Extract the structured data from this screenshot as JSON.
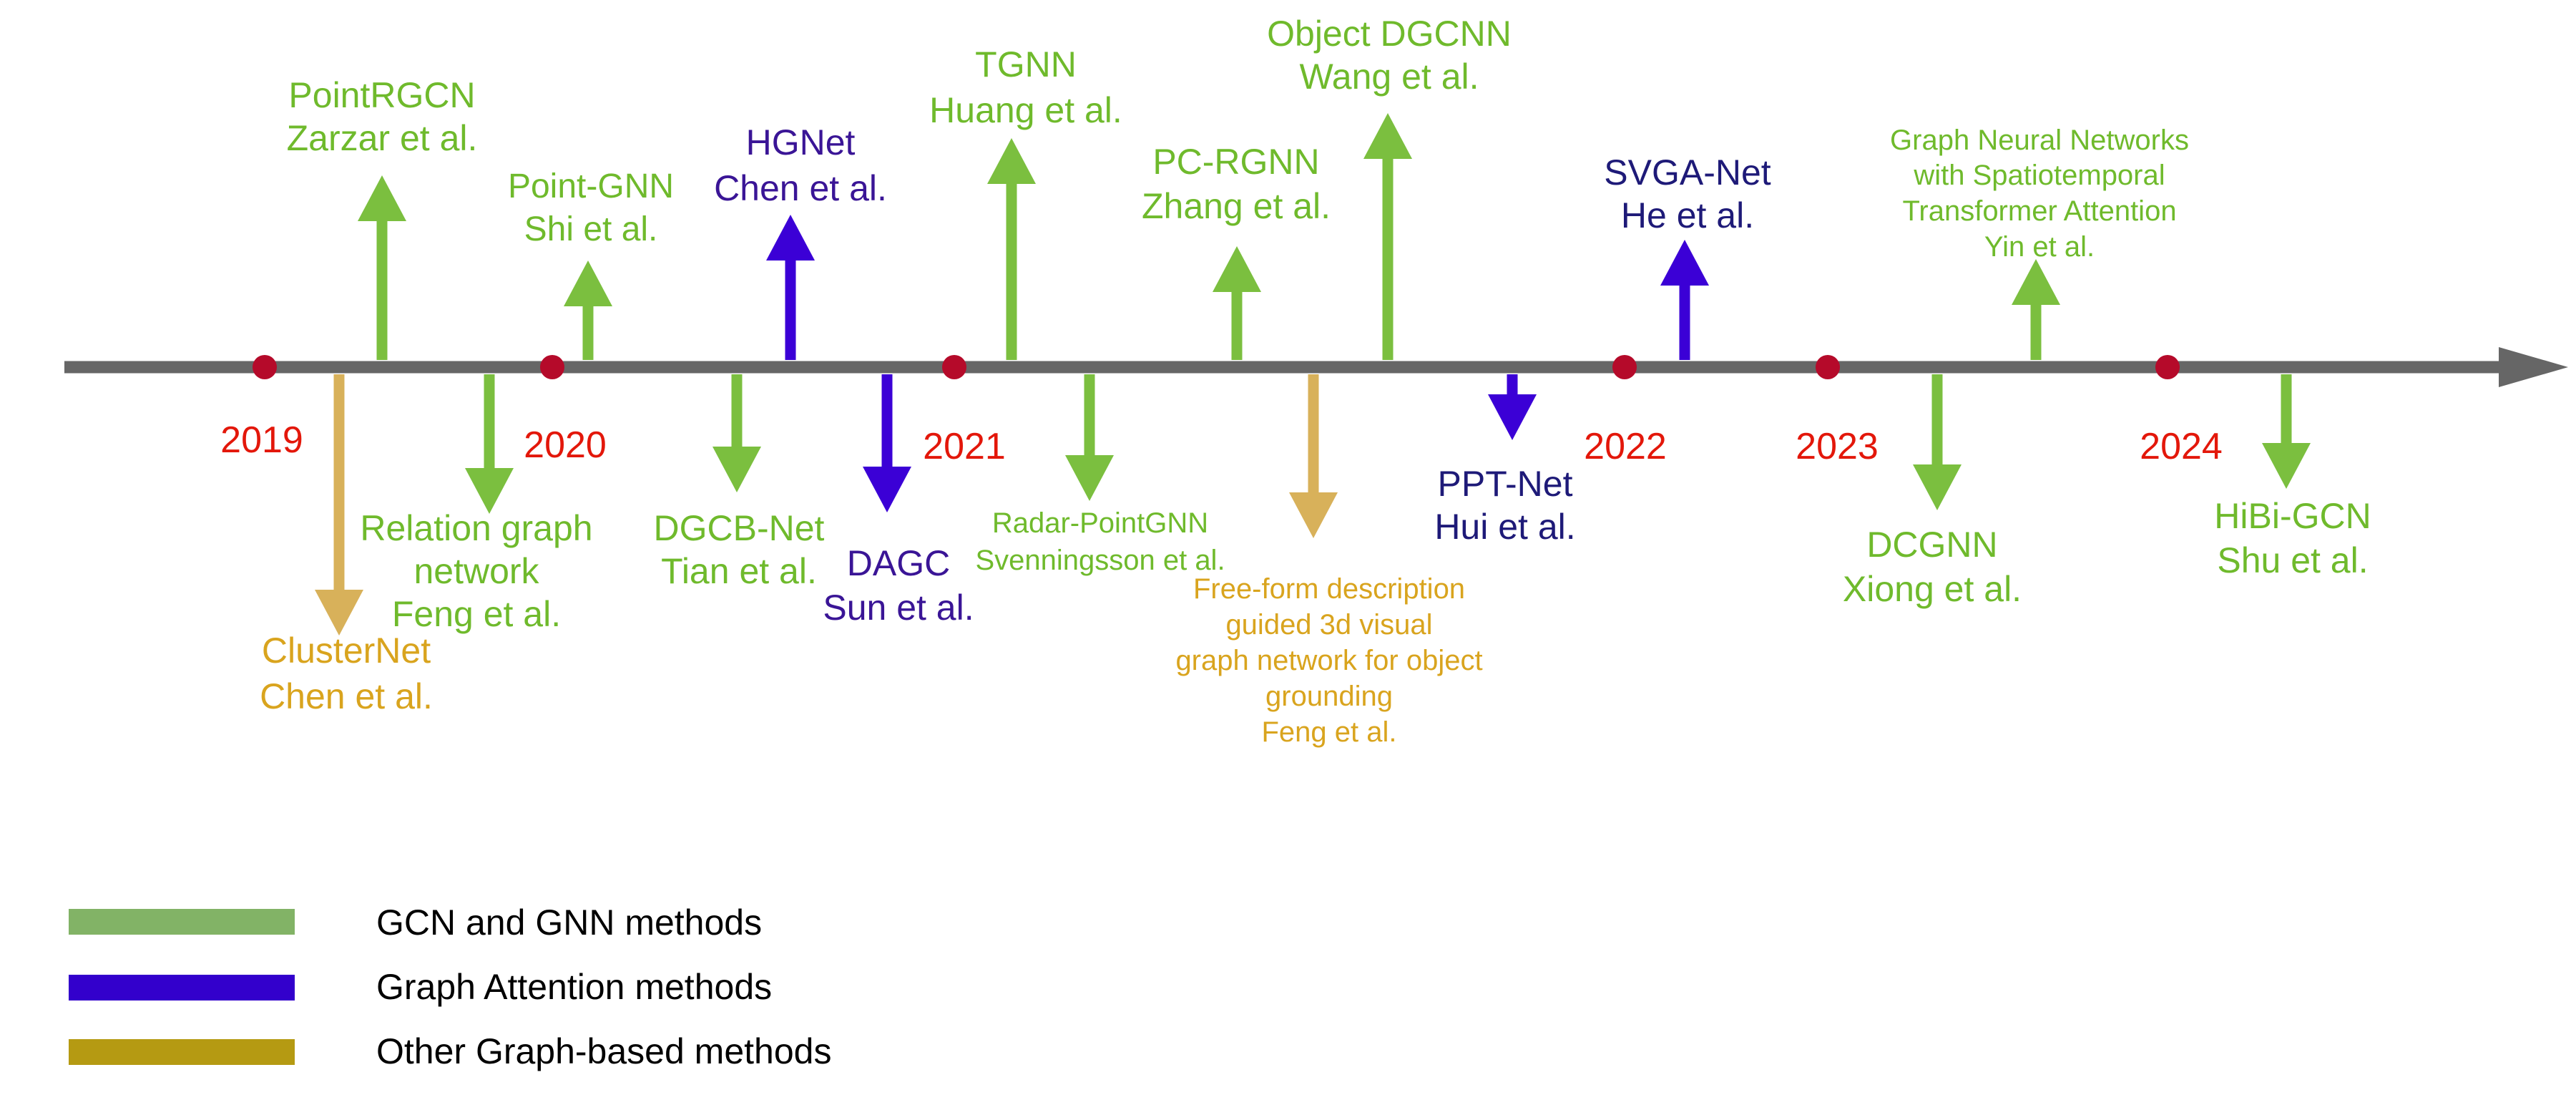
{
  "colors": {
    "axis": "#666666",
    "marker": "#b50a2a",
    "year_text": "#e3170a",
    "gcn": "#7bbf3f",
    "attention": "#3b00d6",
    "other": "#d8b15a",
    "gcn_text": "#6fba2c",
    "attention_text": "#3a1596",
    "attention_text_dark": "#1e1a78",
    "other_text": "#d9a41e",
    "legend_gcn": "#82b366",
    "legend_attention": "#3300cc",
    "legend_other": "#b59a12"
  },
  "years": [
    "2019",
    "2020",
    "2021",
    "2022",
    "2023",
    "2024"
  ],
  "methods": [
    {
      "id": "pointrgcn",
      "category": "gcn",
      "direction": "up",
      "lines": [
        "PointRGCN",
        "Zarzar et al."
      ]
    },
    {
      "id": "clusternet",
      "category": "other",
      "direction": "down",
      "lines": [
        "ClusterNet",
        "Chen et al."
      ]
    },
    {
      "id": "relation-graph-network",
      "category": "gcn",
      "direction": "down",
      "lines": [
        "Relation graph",
        "network",
        "Feng et al."
      ]
    },
    {
      "id": "point-gnn",
      "category": "gcn",
      "direction": "up",
      "lines": [
        "Point-GNN",
        "Shi et al."
      ]
    },
    {
      "id": "dgcb-net",
      "category": "gcn",
      "direction": "down",
      "lines": [
        "DGCB-Net",
        "Tian et al."
      ]
    },
    {
      "id": "hgnet",
      "category": "attention",
      "direction": "up",
      "lines": [
        "HGNet",
        "Chen et al."
      ]
    },
    {
      "id": "dagc",
      "category": "attention",
      "direction": "down",
      "lines": [
        "DAGC",
        "Sun et al."
      ]
    },
    {
      "id": "tgnn",
      "category": "gcn",
      "direction": "up",
      "lines": [
        "TGNN",
        "Huang et al."
      ]
    },
    {
      "id": "radar-pointgnn",
      "category": "gcn",
      "direction": "down",
      "lines": [
        "Radar-PointGNN",
        "Svenningsson et al."
      ]
    },
    {
      "id": "pc-rgnn",
      "category": "gcn",
      "direction": "up",
      "lines": [
        "PC-RGNN",
        "Zhang et al."
      ]
    },
    {
      "id": "free-form",
      "category": "other",
      "direction": "down",
      "lines": [
        "Free-form description",
        "guided 3d visual",
        "graph network for object",
        "grounding",
        "Feng et al."
      ]
    },
    {
      "id": "object-dgcnn",
      "category": "gcn",
      "direction": "up",
      "lines": [
        "Object DGCNN",
        "Wang et al."
      ]
    },
    {
      "id": "ppt-net",
      "category": "attention",
      "direction": "down",
      "lines": [
        "PPT-Net",
        "Hui et al."
      ]
    },
    {
      "id": "svga-net",
      "category": "attention",
      "direction": "up",
      "lines": [
        "SVGA-Net",
        "He et al."
      ]
    },
    {
      "id": "dcgnn",
      "category": "gcn",
      "direction": "down",
      "lines": [
        "DCGNN",
        "Xiong et al."
      ]
    },
    {
      "id": "gnn-spatiotemporal",
      "category": "gcn",
      "direction": "up",
      "lines": [
        "Graph Neural Networks",
        "with Spatiotemporal",
        "Transformer Attention",
        "Yin et al."
      ]
    },
    {
      "id": "hibi-gcn",
      "category": "gcn",
      "direction": "down",
      "lines": [
        "HiBi-GCN",
        "Shu et al."
      ]
    }
  ],
  "legend": [
    {
      "id": "gcn",
      "label": "GCN and GNN methods"
    },
    {
      "id": "attention",
      "label": "Graph Attention methods"
    },
    {
      "id": "other",
      "label": "Other Graph-based methods"
    }
  ]
}
